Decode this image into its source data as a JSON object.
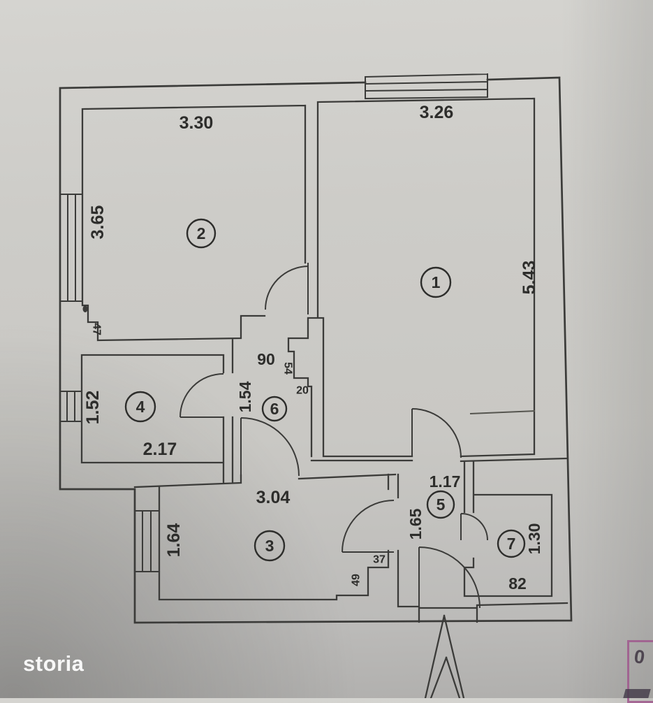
{
  "plan": {
    "rooms": [
      {
        "id": "1",
        "width": "3.26",
        "height": "5.43"
      },
      {
        "id": "2",
        "width": "3.30",
        "height": "3.65"
      },
      {
        "id": "3",
        "width": "3.04",
        "height": "1.64"
      },
      {
        "id": "4",
        "width": "2.17",
        "height": "1.52"
      },
      {
        "id": "5",
        "width": "1.17",
        "height": "1.65"
      },
      {
        "id": "6",
        "height": "1.54"
      },
      {
        "id": "7",
        "width": "82",
        "height": "1.30"
      }
    ],
    "wall_labels": {
      "hall_width": "90",
      "duct_width": "54",
      "duct_step": "20",
      "corner_step": "47",
      "niche_width": "37",
      "niche_depth": "49"
    }
  },
  "watermark": {
    "text": "storia"
  },
  "stamp": {
    "char": "0"
  },
  "colors": {
    "paper": "#cbcac6",
    "ink": "#3b3b39",
    "watermark_text": "#ffffff",
    "stamp_border": "#a0598e"
  }
}
